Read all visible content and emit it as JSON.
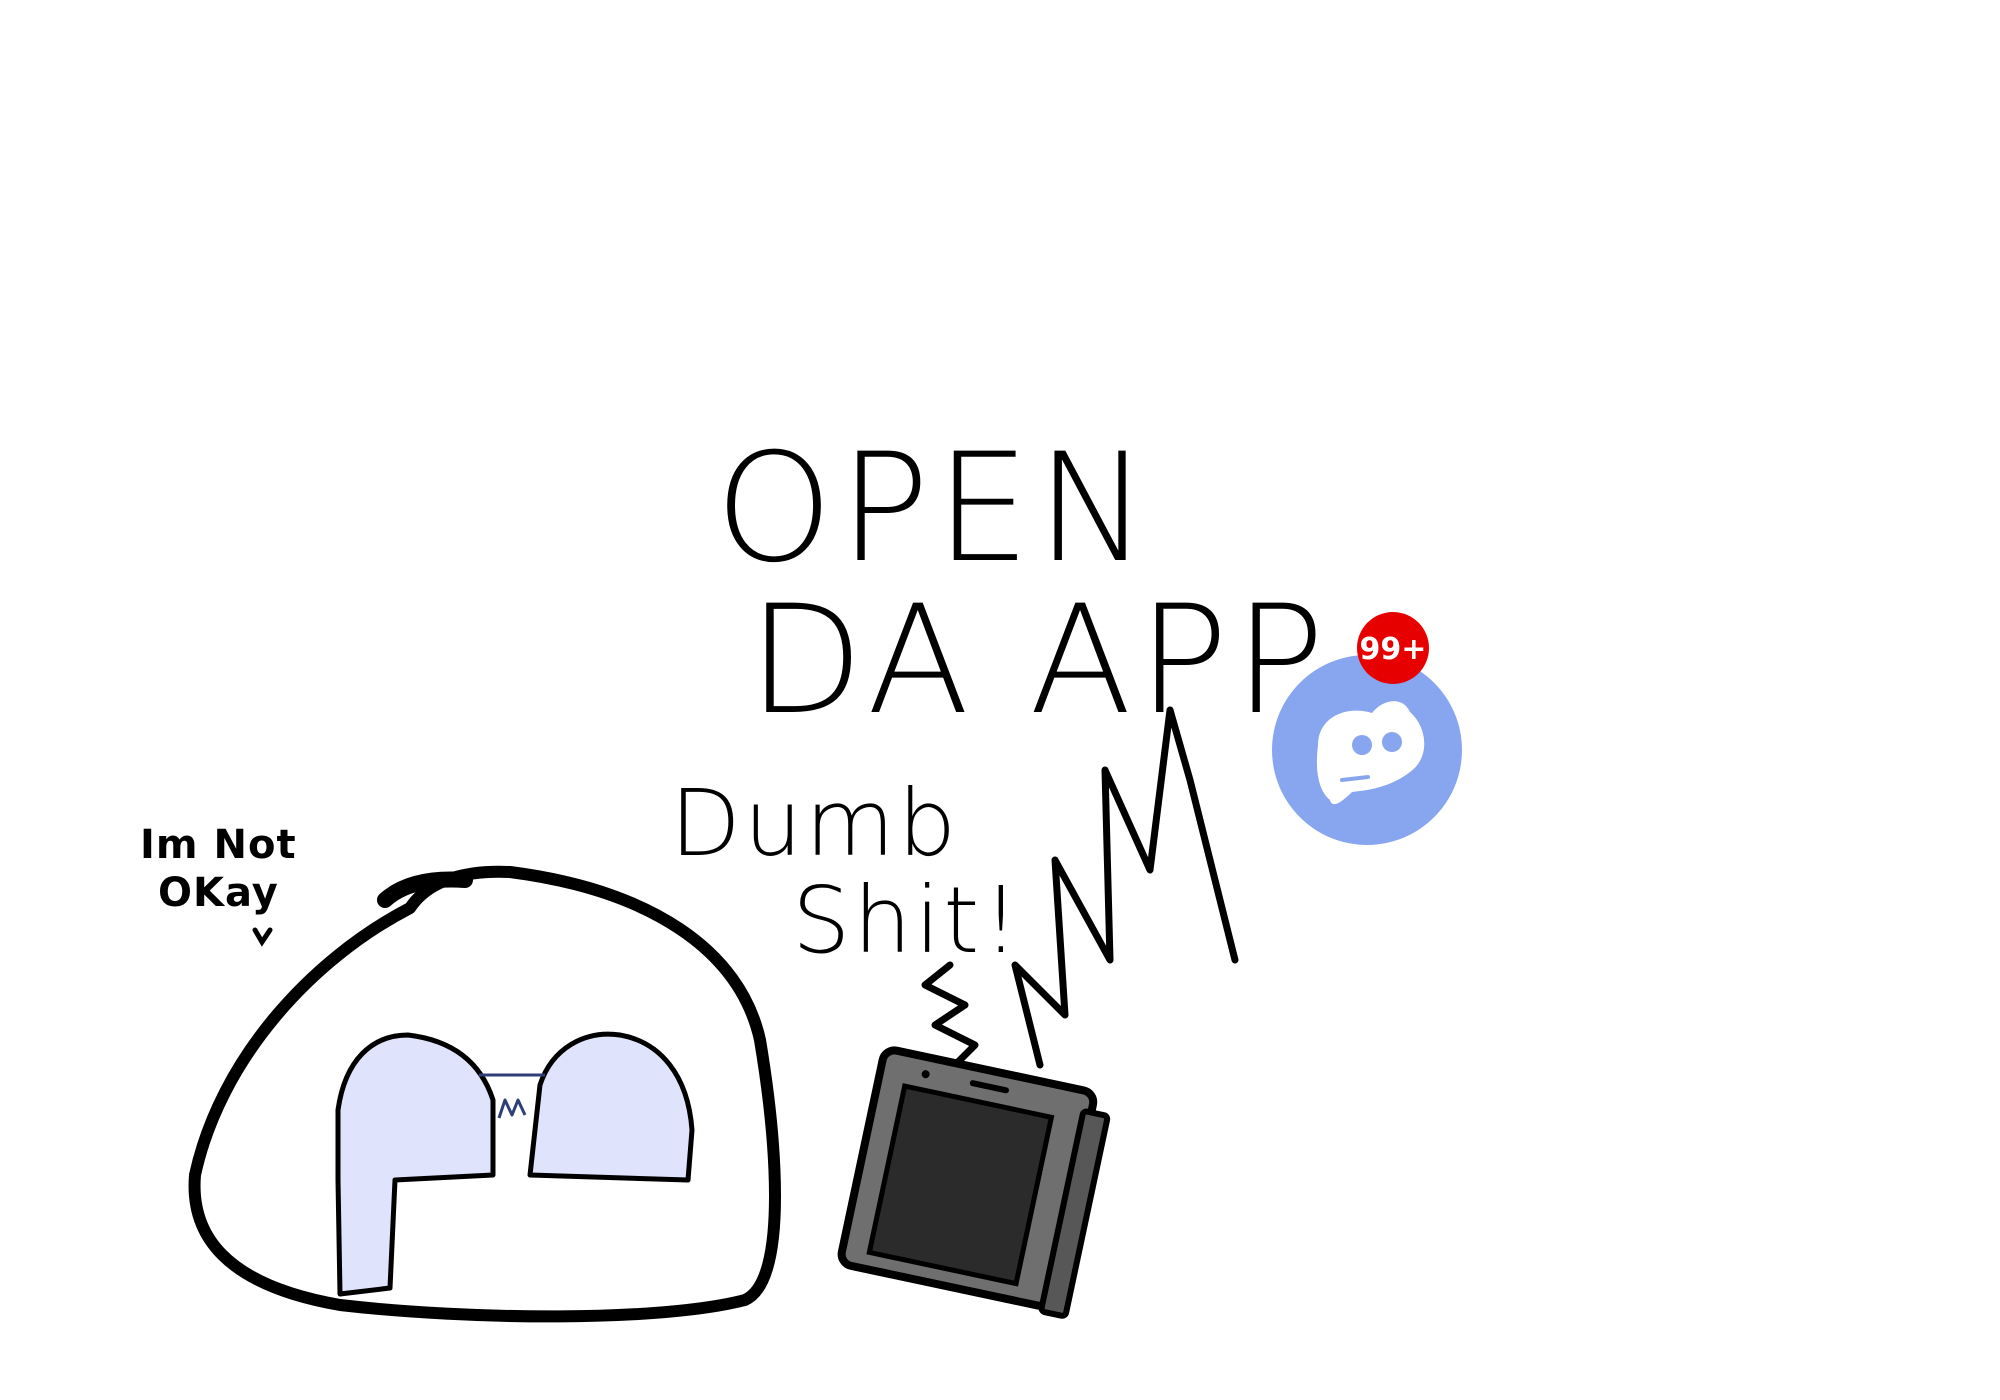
{
  "texts": {
    "line1": "OPEN",
    "line2": "DA APP",
    "insult1": "Dumb",
    "insult2": "Shit!",
    "bubble1": "Im Not",
    "bubble2": "OKay",
    "badge": "99+"
  },
  "colors": {
    "background": "#ffffff",
    "outline": "#000000",
    "character_fill": "#ffffff",
    "eye_fill": "#dfe3fb",
    "phone_body": "#6f6f6f",
    "phone_screen": "#2b2b2b",
    "app_icon_bg": "#88a5ef",
    "app_icon_glyph": "#ffffff",
    "badge": "#e60000"
  },
  "icons": {
    "app": "chat-app-icon",
    "phone": "phone-icon"
  }
}
